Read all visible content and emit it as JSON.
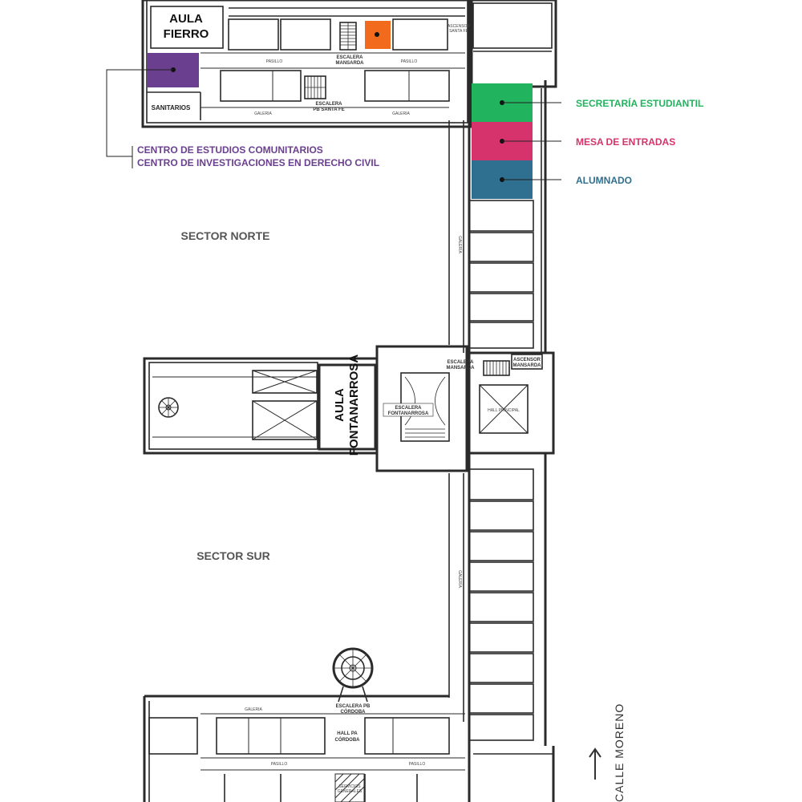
{
  "rooms": {
    "aula_fierro": [
      "AULA",
      "FIERRO"
    ],
    "aula_fontanarrosa": [
      "AULA",
      "FONTANARROSA"
    ],
    "sanitarios": "SANITARIOS",
    "hall_principal": "HALL PRINCIPAL",
    "hall_pa_cordoba": [
      "HALL PA",
      "CÓRDOBA"
    ],
    "servicios_generales": [
      "SERVICIOS",
      "GENERALES"
    ]
  },
  "stairs": {
    "escalera_mansarda_top": [
      "ESCALERA",
      "MANSARDA"
    ],
    "escalera_pb_santa_fe": [
      "ESCALERA",
      "PB SANTA FE"
    ],
    "ascensor_santa_fe": [
      "ASCENSOR",
      "SANTA FE"
    ],
    "escalera_mansarda_mid": [
      "ESCALERA",
      "MANSARDA"
    ],
    "ascensor_mansarda": [
      "ASCENSOR",
      "MANSARDA"
    ],
    "escalera_fontanarrosa": [
      "ESCALERA",
      "FONTANARROSA"
    ],
    "escalera_pb_cordoba": [
      "ESCALERA PB",
      "CÓRDOBA"
    ]
  },
  "corridors": {
    "pasillo": "PASILLO",
    "galeria": "GALERIA",
    "galeria_vertical": "GALERÍA"
  },
  "sectors": {
    "norte": "SECTOR NORTE",
    "sur": "SECTOR SUR"
  },
  "legend": {
    "secretaria": {
      "label": "SECRETARÍA ESTUDIANTIL",
      "color": "#22b35e"
    },
    "mesa": {
      "label": "MESA DE ENTRADAS",
      "color": "#d6336c"
    },
    "alumnado": {
      "label": "ALUMNADO",
      "color": "#2f6f8f"
    },
    "centro": {
      "lines": [
        "CENTRO DE ESTUDIOS COMUNITARIOS",
        "CENTRO DE INVESTIGACIONES EN DERECHO CIVIL"
      ],
      "color": "#6b3f8f"
    },
    "orange_color": "#f26b1d"
  },
  "street": {
    "name": "CALLE MORENO",
    "arrow_icon": "arrow-up-icon"
  }
}
